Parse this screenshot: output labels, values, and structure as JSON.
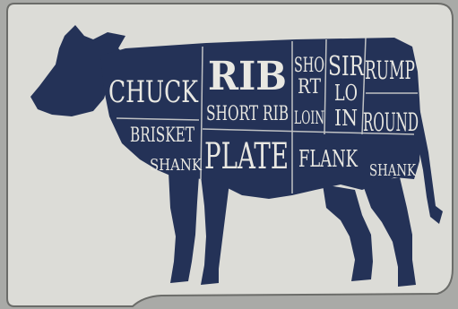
{
  "colors": {
    "cow": "#243257",
    "card": "#dcdcd7",
    "lettering": "#e9e8e2",
    "backdrop": "#a9aaa7"
  },
  "cuts": {
    "chuck": "CHUCK",
    "rib": "RIB",
    "short_rib": "SHORT RIB",
    "short_loin_1": "SHO",
    "short_loin_2": "RT",
    "short_loin_3": "LOIN",
    "sirloin_1": "SIR",
    "sirloin_2": "LO",
    "sirloin_3": "IN",
    "rump": "RUMP",
    "round": "ROUND",
    "brisket": "BRISKET",
    "shank_front": "SHANK",
    "plate": "PLATE",
    "flank": "FLANK",
    "shank_rear": "SHANK"
  }
}
